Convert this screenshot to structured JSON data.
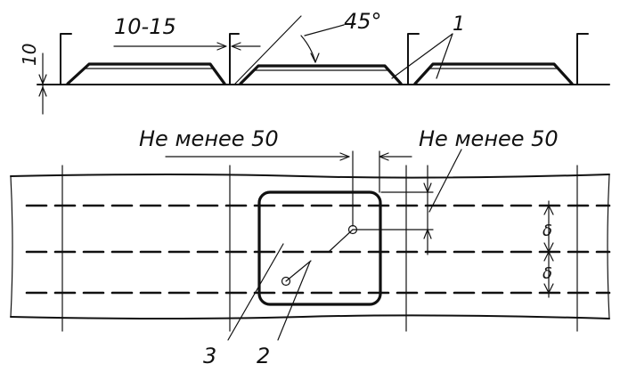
{
  "top_view": {
    "dim_gap": "10-15",
    "dim_height": "10",
    "angle": "45°",
    "callout_1": "1"
  },
  "plan_view": {
    "dim_left": "Не менее 50",
    "dim_right": "Не менее 50",
    "dim_mid_a": "δ",
    "dim_mid_b": "δ",
    "callout_3": "3",
    "callout_2": "2"
  }
}
